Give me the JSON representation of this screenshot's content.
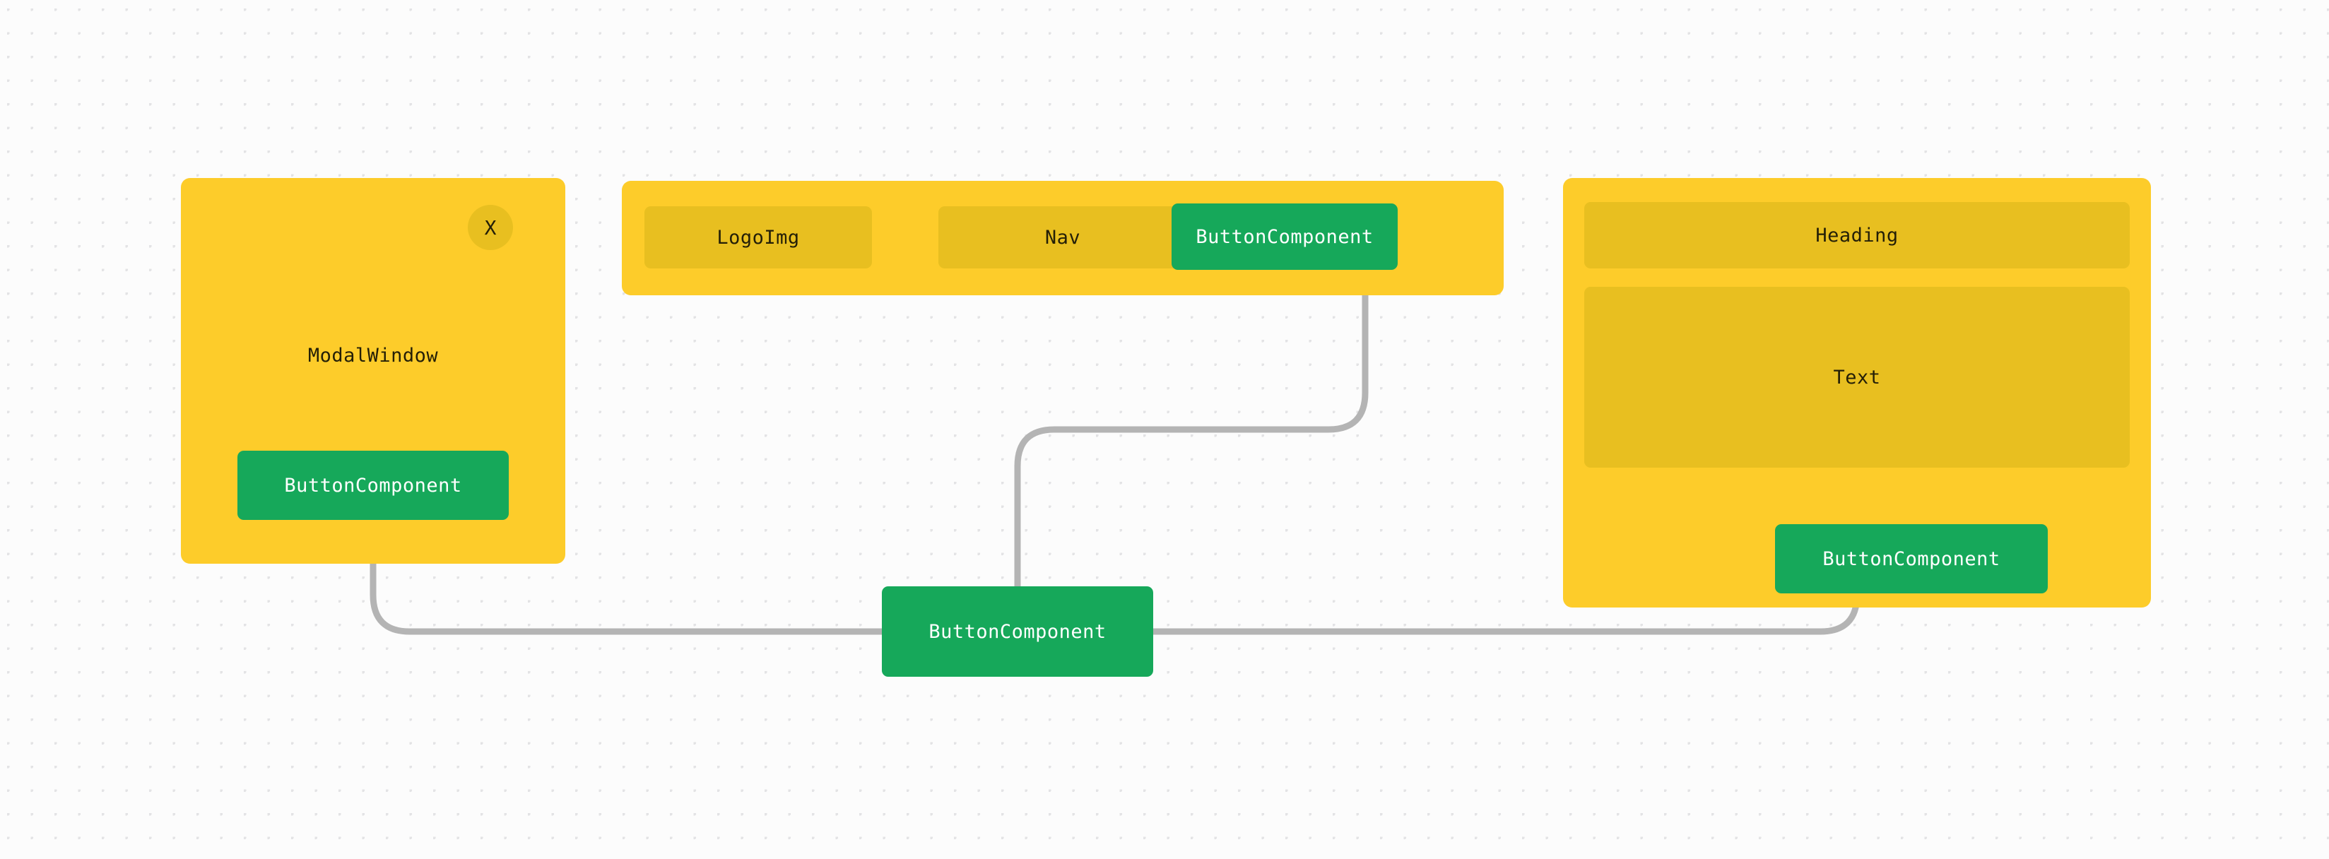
{
  "canvas": {
    "background_color": "#fcfcfc",
    "dot_color": "#e3e3e5",
    "card_color": "#fdcc2a",
    "slot_color": "#e8bf20",
    "button_color": "#16a85a",
    "edge_color": "#b4b4b4"
  },
  "nodes": {
    "modal_window": {
      "title": "ModalWindow",
      "close_label": "X",
      "button_label": "ButtonComponent"
    },
    "header_bar": {
      "logo_label": "LogoImg",
      "nav_label": "Nav",
      "button_label": "ButtonComponent"
    },
    "content_card": {
      "heading_label": "Heading",
      "text_label": "Text",
      "button_label": "ButtonComponent"
    },
    "central_button": {
      "label": "ButtonComponent"
    }
  },
  "edges": [
    {
      "name": "central-to-modal-button",
      "from": "central_button",
      "to": "modal_window.button",
      "arrow": "up"
    },
    {
      "name": "central-to-header-button",
      "from": "central_button",
      "to": "header_bar.button",
      "arrow": "up"
    },
    {
      "name": "central-to-content-button",
      "from": "central_button",
      "to": "content_card.button",
      "arrow": "up"
    }
  ]
}
